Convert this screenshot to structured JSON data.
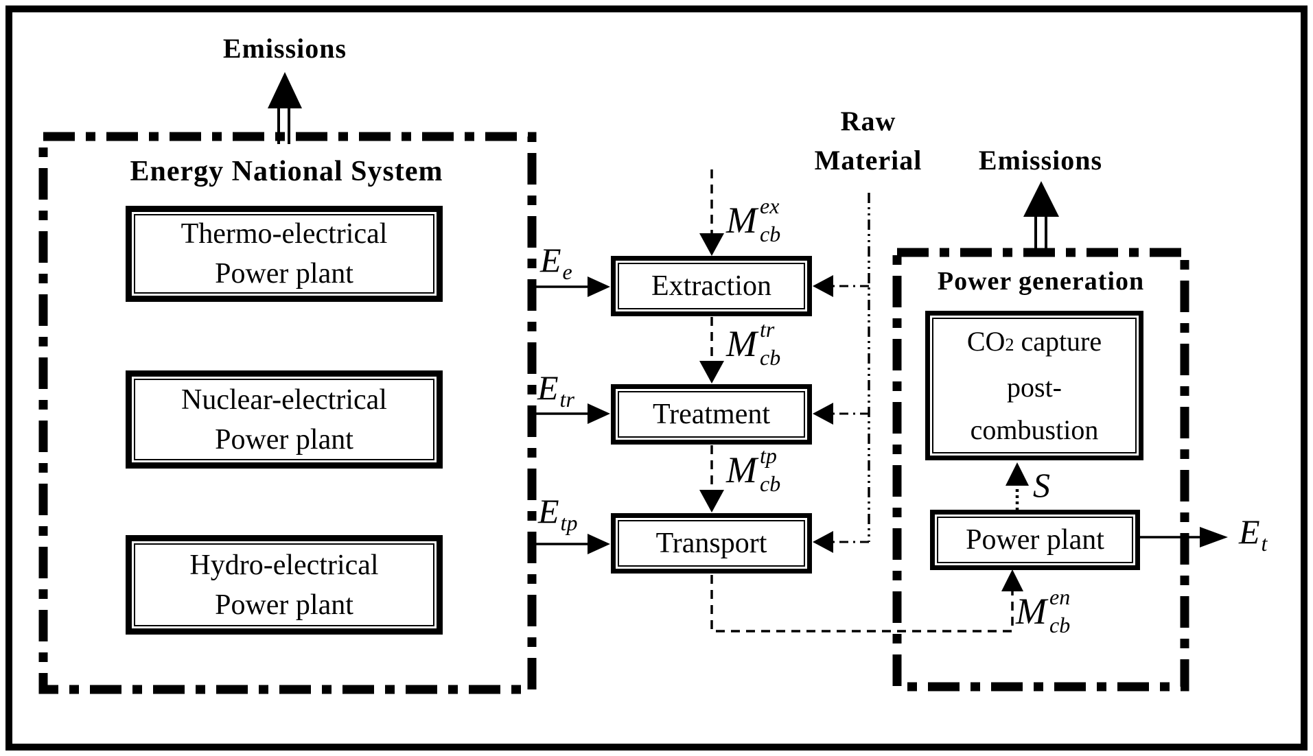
{
  "diagram": {
    "colors": {
      "ink": "#000000",
      "background": "#ffffff"
    },
    "emissions_left": "Emissions",
    "emissions_right": "Emissions",
    "raw_material": {
      "line1": "Raw",
      "line2": "Material"
    },
    "energy_national_system": {
      "title": "Energy National System",
      "plants": [
        {
          "line1": "Thermo-electrical",
          "line2": "Power plant"
        },
        {
          "line1": "Nuclear-electrical",
          "line2": "Power plant"
        },
        {
          "line1": "Hydro-electrical",
          "line2": "Power plant"
        }
      ]
    },
    "fuel_chain": {
      "extraction": "Extraction",
      "treatment": "Treatment",
      "transport": "Transport"
    },
    "power_generation": {
      "title": "Power generation",
      "co2_capture": {
        "line1_pre": "CO",
        "line1_sub": "2",
        "line1_post": " capture",
        "line2": "post-",
        "line3": "combustion"
      },
      "power_plant": "Power plant"
    },
    "math": {
      "m_ex": {
        "base": "M",
        "sup": "ex",
        "sub": "cb"
      },
      "m_tr": {
        "base": "M",
        "sup": "tr",
        "sub": "cb"
      },
      "m_tp": {
        "base": "M",
        "sup": "tp",
        "sub": "cb"
      },
      "m_en": {
        "base": "M",
        "sup": "en",
        "sub": "cb"
      },
      "e_e": {
        "base": "E",
        "sub": "e"
      },
      "e_tr": {
        "base": "E",
        "sub": "tr"
      },
      "e_tp": {
        "base": "E",
        "sub": "tp"
      },
      "e_t": {
        "base": "E",
        "sub": "t"
      },
      "s": "S"
    }
  }
}
